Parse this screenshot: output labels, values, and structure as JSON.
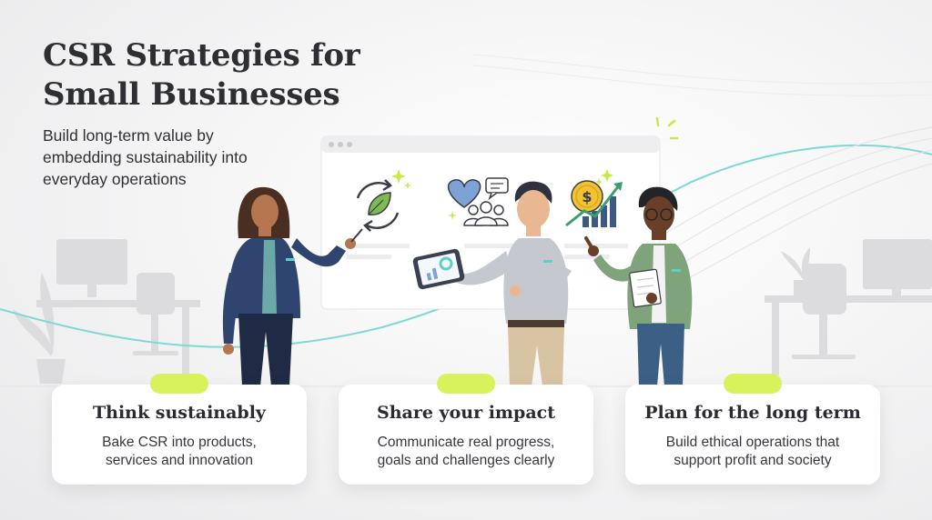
{
  "header": {
    "title_line1": "CSR Strategies for",
    "title_line2": "Small Businesses",
    "subtitle_line1": "Build long-term value by",
    "subtitle_line2": "embedding sustainability into",
    "subtitle_line3": "everyday operations"
  },
  "cards": [
    {
      "title": "Think sustainably",
      "line1": "Bake CSR into products,",
      "line2": "services and innovation"
    },
    {
      "title": "Share your impact",
      "line1": "Communicate real progress,",
      "line2": "goals and challenges clearly"
    },
    {
      "title": "Plan for the long term",
      "line1": "Build ethical operations that",
      "line2": "support profit and society"
    }
  ],
  "icons": [
    "recycle-leaf-icon",
    "heart-community-icon",
    "dollar-growth-icon"
  ],
  "colors": {
    "accent": "#d8f25c",
    "teal": "#5fd0c8",
    "text": "#2e2f33"
  }
}
